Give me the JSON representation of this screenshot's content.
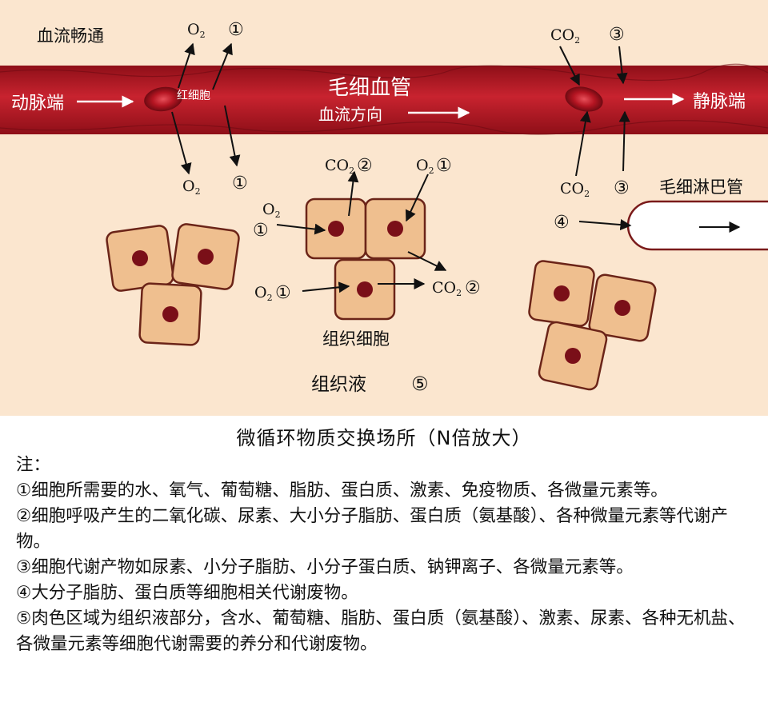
{
  "colors": {
    "tissue_fluid_bg": "#fbe6cf",
    "vessel_red": "#c21f2b",
    "vessel_dark": "#8a1018",
    "cell_fill": "#efbf8f",
    "cell_border": "#6b2418",
    "nucleus": "#7a0f18",
    "lymph_fill": "#ffffff"
  },
  "diagram": {
    "blood_flow_label": "血流畅通",
    "artery_end": "动脉端",
    "vein_end": "静脉端",
    "capillary": "毛细血管",
    "flow_direction": "血流方向",
    "rbc_label": "红细胞",
    "lymph_capillary": "毛细淋巴管",
    "tissue_cells": "组织细胞",
    "tissue_fluid": "组织液",
    "tissue_fluid_num": "⑤",
    "o2": "O",
    "co2": "CO",
    "sub2": "2",
    "n1": "①",
    "n2": "②",
    "n3": "③",
    "n4": "④"
  },
  "caption": "微循环物质交换场所（N倍放大）",
  "notes": {
    "title": "注：",
    "items": [
      "①细胞所需要的水、氧气、葡萄糖、脂肪、蛋白质、激素、免疫物质、各微量元素等。",
      "②细胞呼吸产生的二氧化碳、尿素、大小分子脂肪、蛋白质（氨基酸）、各种微量元素等代谢产物。",
      "③细胞代谢产物如尿素、小分子脂肪、小分子蛋白质、钠钾离子、各微量元素等。",
      "④大分子脂肪、蛋白质等细胞相关代谢废物。",
      "⑤肉色区域为组织液部分，含水、葡萄糖、脂肪、蛋白质（氨基酸）、激素、尿素、各种无机盐、各微量元素等细胞代谢需要的养分和代谢废物。"
    ]
  }
}
